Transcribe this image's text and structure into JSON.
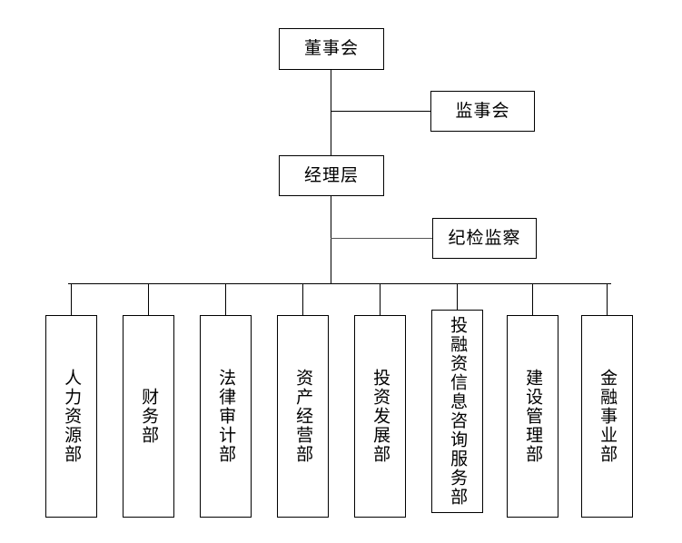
{
  "chart_title": "",
  "org_chart": {
    "type": "org-chart",
    "orientation": "top-down",
    "line_color": "#000000",
    "box_border_color": "#000000",
    "box_fill_color": "#ffffff",
    "top_nodes": [
      {
        "id": "board",
        "label": "董事会",
        "level": 1,
        "orientation": "horizontal"
      },
      {
        "id": "supervisor",
        "label": "监事会",
        "level": 1,
        "orientation": "horizontal"
      },
      {
        "id": "management",
        "label": "经理层",
        "level": 2,
        "orientation": "horizontal"
      },
      {
        "id": "discipline",
        "label": "纪检监察",
        "level": 2,
        "orientation": "horizontal"
      }
    ],
    "departments": [
      {
        "id": "hr",
        "label": "人力资源部"
      },
      {
        "id": "finance",
        "label": "财务部"
      },
      {
        "id": "legal",
        "label": "法律审计部"
      },
      {
        "id": "asset",
        "label": "资产经营部"
      },
      {
        "id": "invest",
        "label": "投资发展部"
      },
      {
        "id": "advisory",
        "label": "投融资信息咨询服务部"
      },
      {
        "id": "construct",
        "label": "建设管理部"
      },
      {
        "id": "financial",
        "label": "金融事业部"
      }
    ],
    "relations": [
      {
        "from": "board",
        "to": "supervisor",
        "style": "side"
      },
      {
        "from": "board",
        "to": "management",
        "style": "vertical"
      },
      {
        "from": "management",
        "to": "discipline",
        "style": "side"
      },
      {
        "from": "management",
        "to": "departments",
        "style": "bus"
      }
    ]
  }
}
